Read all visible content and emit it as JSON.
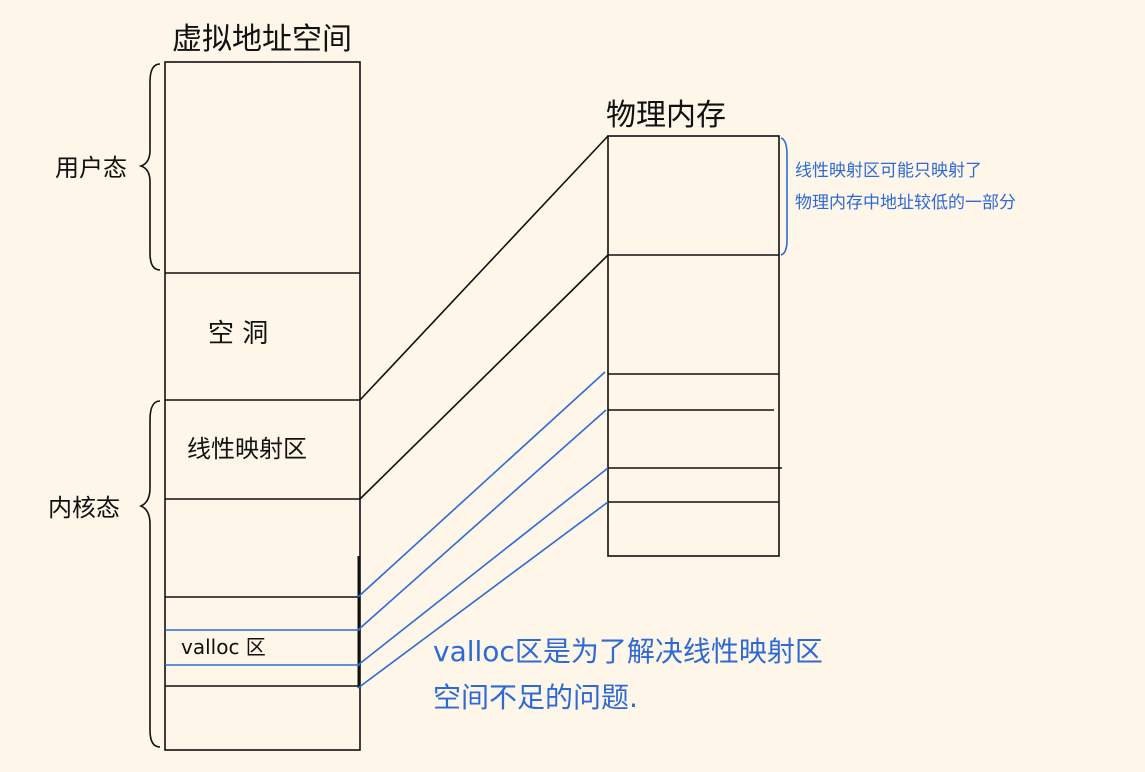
{
  "virtual": {
    "title": "虚拟地址空间",
    "user_label": "用户态",
    "hole_label": "空 洞",
    "linear_label": "线性映射区",
    "kernel_label": "内核态",
    "vmalloc_label": "valloc 区"
  },
  "physical": {
    "title": "物理内存",
    "note_line1": "线性映射区可能只映射了",
    "note_line2": "物理内存中地址较低的一部分"
  },
  "annotation": {
    "line1": "valloc区是为了解决线性映射区",
    "line2": "空间不足的问题."
  },
  "colors": {
    "ink": "#111111",
    "blue": "#2e6ad6",
    "paper": "#fdf6e9"
  }
}
